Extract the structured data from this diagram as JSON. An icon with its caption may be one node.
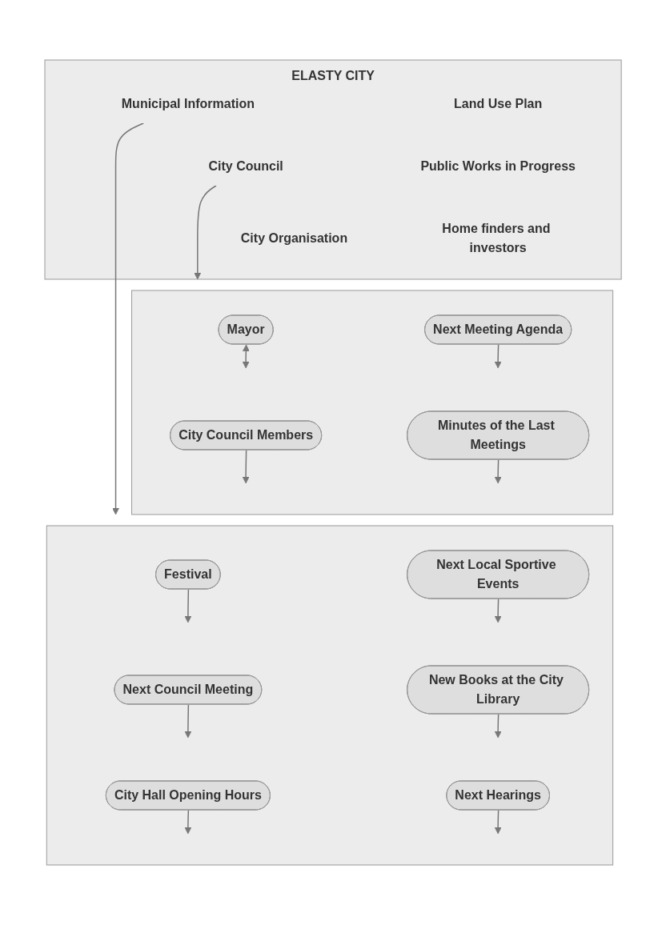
{
  "diagram": {
    "nodes": [
      {
        "text": [
          "ELASTY CITY"
        ]
      },
      {
        "text": [
          "Municipal Information"
        ],
        "in": 0
      },
      {
        "text": [
          "City Council"
        ],
        "in": 0
      },
      {
        "text": [
          "City Organisation"
        ],
        "in": 0
      },
      {
        "text": [
          "Land Use Plan"
        ],
        "in": 0
      },
      {
        "text": [
          "Public Works in Progress"
        ],
        "in": 0
      },
      {
        "text": [
          "Home finders and investors"
        ],
        "in": 0
      },
      {
        "text": [],
        "shape": "box"
      },
      {
        "text": [
          "Mayor"
        ],
        "in": 7
      },
      {
        "text": [
          "Next Meeting Agenda"
        ],
        "in": 7
      },
      {
        "text": [
          "City Council Members"
        ],
        "in": 7
      },
      {
        "text": [
          "Minutes of the Last Meetings"
        ],
        "in": 7
      },
      {
        "text": [],
        "shape": "box"
      },
      {
        "text": [
          "Festival"
        ],
        "in": 12
      },
      {
        "text": [
          "Next Local Sportive Events"
        ],
        "in": 12
      },
      {
        "text": [
          "Next Council Meeting"
        ],
        "in": 12
      },
      {
        "text": [
          "New Books at the City Library"
        ],
        "in": 12
      },
      {
        "text": [
          "City Hall Opening Hours"
        ],
        "in": 12
      },
      {
        "text": [
          "Next Hearings"
        ],
        "in": 12
      }
    ],
    "edges": [
      {
        "from": 1,
        "to": 12,
        "arrow": "to"
      },
      {
        "from": 2,
        "to": 7,
        "arrow": "to"
      },
      {
        "from": 8,
        "to": null,
        "arrow": "both"
      },
      {
        "from": 9,
        "to": null,
        "arrow": "to"
      },
      {
        "from": 10,
        "to": null,
        "arrow": "to"
      },
      {
        "from": 11,
        "to": null,
        "arrow": "to"
      },
      {
        "from": 13,
        "to": null,
        "arrow": "to"
      },
      {
        "from": 14,
        "to": null,
        "arrow": "to"
      },
      {
        "from": 15,
        "to": null,
        "arrow": "to"
      },
      {
        "from": 16,
        "to": null,
        "arrow": "to"
      },
      {
        "from": 17,
        "to": null,
        "arrow": "to"
      },
      {
        "from": 18,
        "to": null,
        "arrow": "to"
      }
    ]
  }
}
